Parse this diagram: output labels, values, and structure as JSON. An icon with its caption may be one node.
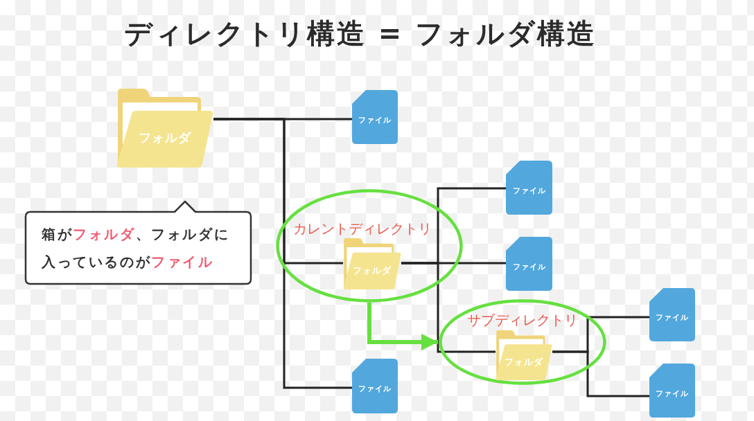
{
  "diagram": {
    "title": "ディレクトリ構造 = フォルダ構造",
    "nodes": [
      {
        "text": [
          "フォルダ"
        ]
      },
      {
        "text": [
          "ファイル"
        ]
      },
      {
        "text": [
          "カレントディレクトリ"
        ]
      },
      {
        "text": [
          "フォルダ"
        ],
        "in": 2
      },
      {
        "text": [
          "ファイル"
        ]
      },
      {
        "text": [
          "ファイル"
        ]
      },
      {
        "text": [
          "サブディレクトリ"
        ]
      },
      {
        "text": [
          "フォルダ"
        ],
        "in": 6
      },
      {
        "text": [
          "ファイル"
        ]
      },
      {
        "text": [
          "ファイル"
        ]
      },
      {
        "text": [
          "ファイル"
        ]
      },
      {
        "text": [
          "箱が**フォルダ**、フォルダに入っているのが**ファイル**"
        ]
      }
    ],
    "edges": [
      {
        "from": 0,
        "to": 1,
        "arrow": "none"
      },
      {
        "from": 0,
        "to": 3,
        "arrow": "none"
      },
      {
        "from": 0,
        "to": 10,
        "arrow": "none"
      },
      {
        "from": 3,
        "to": 4,
        "arrow": "none"
      },
      {
        "from": 3,
        "to": 5,
        "arrow": "none"
      },
      {
        "from": 3,
        "to": 7,
        "arrow": "none"
      },
      {
        "from": 7,
        "to": 8,
        "arrow": "none"
      },
      {
        "from": 7,
        "to": 9,
        "arrow": "none"
      },
      {
        "from": 2,
        "to": 6,
        "arrow": "to",
        "style": "thick",
        "color": "#66e040"
      }
    ]
  }
}
